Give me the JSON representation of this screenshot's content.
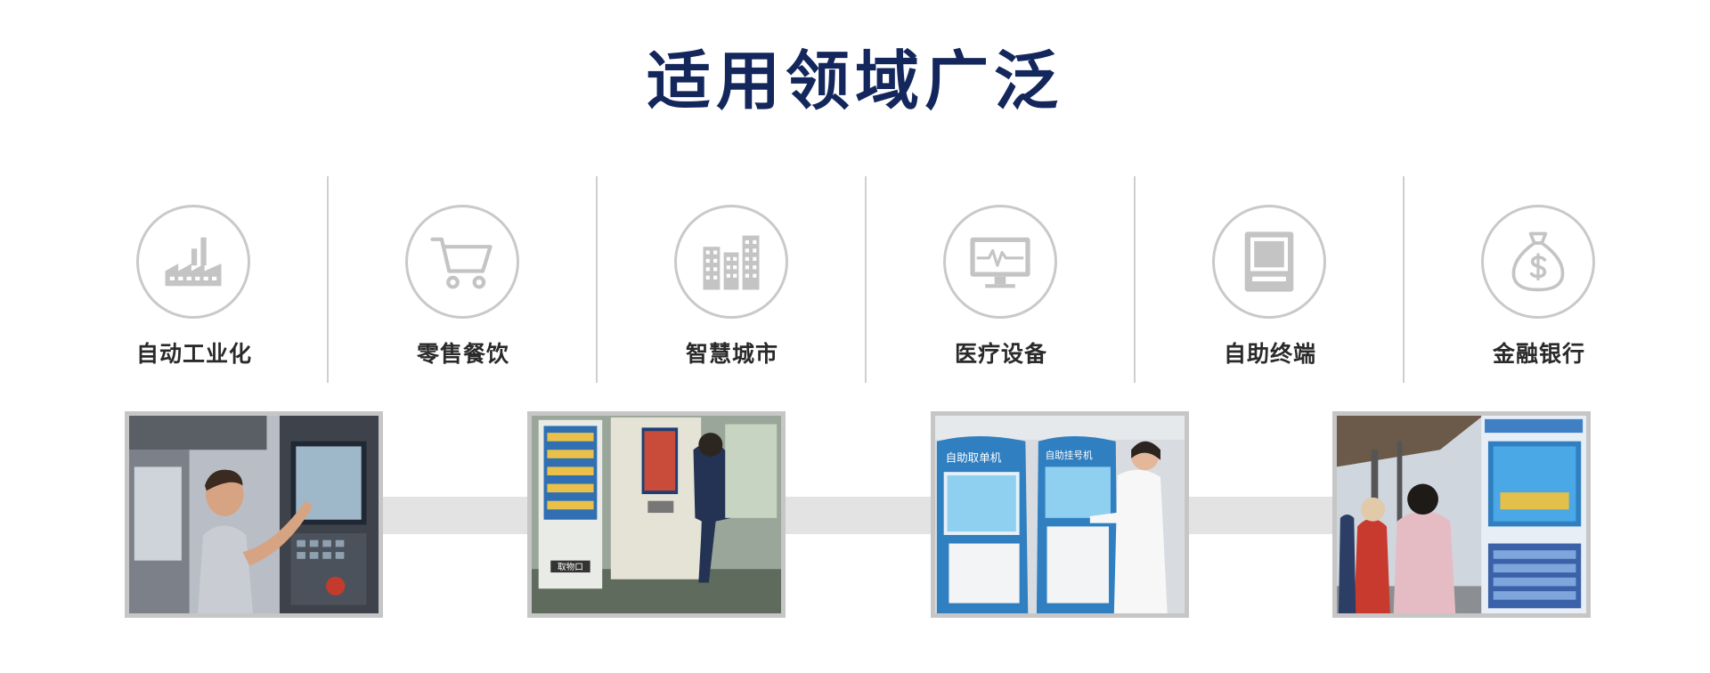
{
  "title": "适用领域广泛",
  "colors": {
    "title": "#14275c",
    "icon": "#c4c4c4",
    "divider": "#cfcfcf",
    "band": "#e3e3e3"
  },
  "categories": [
    {
      "label": "自动工业化",
      "icon": "factory-icon"
    },
    {
      "label": "零售餐饮",
      "icon": "shopping-cart-icon"
    },
    {
      "label": "智慧城市",
      "icon": "city-buildings-icon"
    },
    {
      "label": "医疗设备",
      "icon": "monitor-heartbeat-icon"
    },
    {
      "label": "自助终端",
      "icon": "kiosk-terminal-icon"
    },
    {
      "label": "金融银行",
      "icon": "money-bag-icon"
    }
  ],
  "photos": [
    {
      "scene": "industrial-cnc-machine-photo",
      "labels": []
    },
    {
      "scene": "retail-vending-machine-photo",
      "labels": [
        "取物口"
      ]
    },
    {
      "scene": "hospital-self-service-kiosk-photo",
      "labels": [
        "自助取单机",
        "自助挂号机"
      ]
    },
    {
      "scene": "bank-terminal-station-photo",
      "labels": []
    }
  ]
}
